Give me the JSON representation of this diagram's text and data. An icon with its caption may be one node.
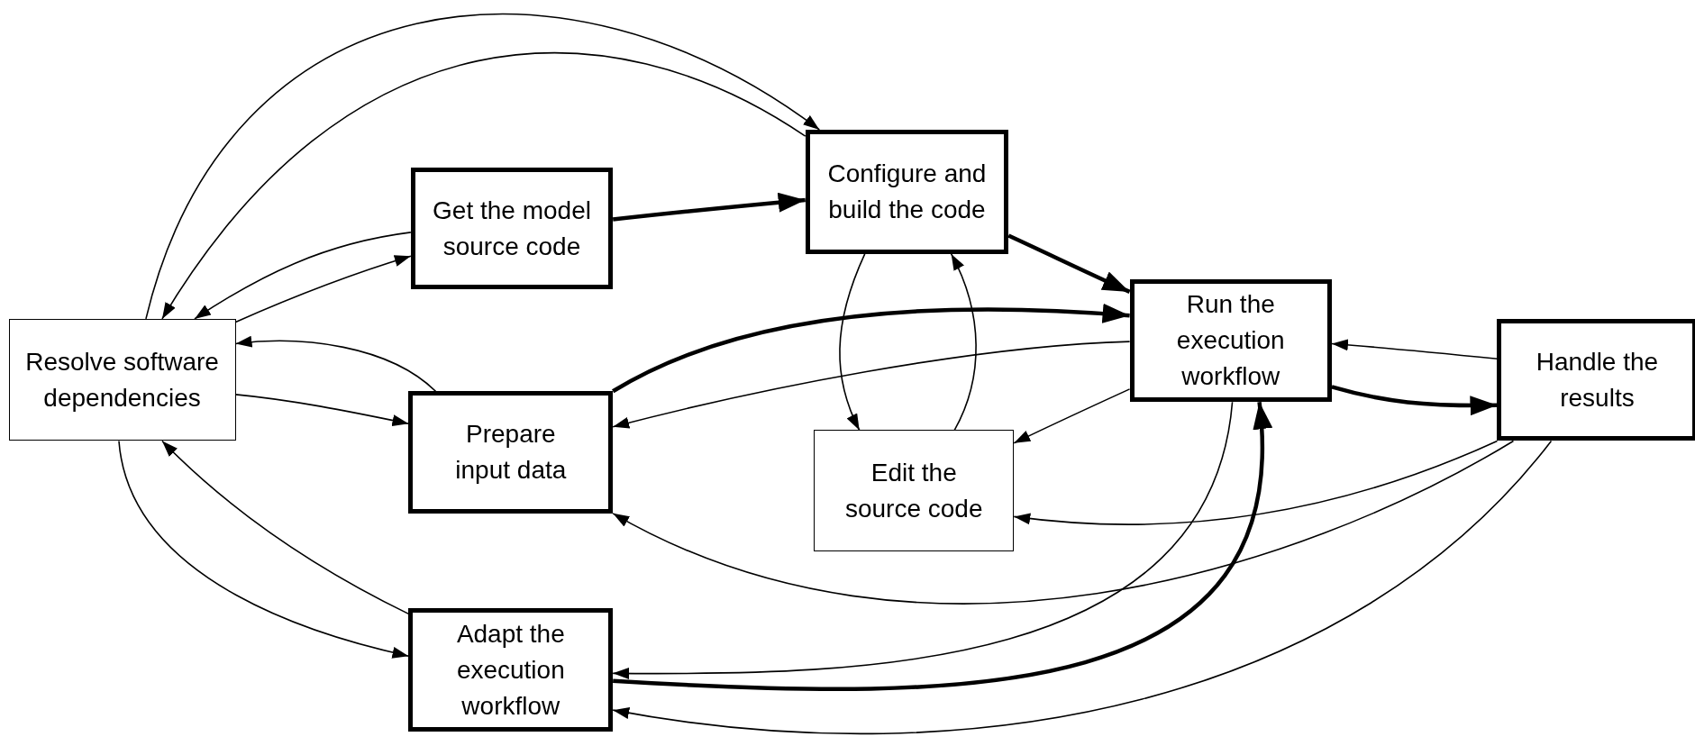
{
  "diagram": {
    "nodes": [
      {
        "text": [
          "Resolve software dependencies"
        ]
      },
      {
        "text": [
          "Get the model source code"
        ]
      },
      {
        "text": [
          "Configure and build the code"
        ]
      },
      {
        "text": [
          "Run the execution workflow"
        ]
      },
      {
        "text": [
          "Handle the results"
        ]
      },
      {
        "text": [
          "Prepare input data"
        ]
      },
      {
        "text": [
          "Edit the source code"
        ]
      },
      {
        "text": [
          "Adapt the execution workflow"
        ]
      }
    ],
    "edges": [
      {
        "from": 0,
        "to": 2,
        "arrow": "to"
      },
      {
        "from": 2,
        "to": 0,
        "arrow": "to"
      },
      {
        "from": 1,
        "to": 0,
        "arrow": "to"
      },
      {
        "from": 0,
        "to": 1,
        "arrow": "to"
      },
      {
        "from": 1,
        "to": 2,
        "arrow": "to",
        "style": "thick"
      },
      {
        "from": 2,
        "to": 3,
        "arrow": "to",
        "style": "thick"
      },
      {
        "from": 5,
        "to": 0,
        "arrow": "to"
      },
      {
        "from": 0,
        "to": 5,
        "arrow": "to"
      },
      {
        "from": 5,
        "to": 3,
        "arrow": "to",
        "style": "thick"
      },
      {
        "from": 3,
        "to": 5,
        "arrow": "to"
      },
      {
        "from": 2,
        "to": 6,
        "arrow": "to"
      },
      {
        "from": 6,
        "to": 2,
        "arrow": "to"
      },
      {
        "from": 3,
        "to": 6,
        "arrow": "to"
      },
      {
        "from": 4,
        "to": 3,
        "arrow": "to"
      },
      {
        "from": 3,
        "to": 4,
        "arrow": "to",
        "style": "thick"
      },
      {
        "from": 4,
        "to": 6,
        "arrow": "to"
      },
      {
        "from": 4,
        "to": 5,
        "arrow": "to"
      },
      {
        "from": 0,
        "to": 7,
        "arrow": "to"
      },
      {
        "from": 7,
        "to": 0,
        "arrow": "to"
      },
      {
        "from": 3,
        "to": 7,
        "arrow": "to"
      },
      {
        "from": 7,
        "to": 3,
        "arrow": "to",
        "style": "thick"
      },
      {
        "from": 4,
        "to": 7,
        "arrow": "to"
      }
    ]
  }
}
